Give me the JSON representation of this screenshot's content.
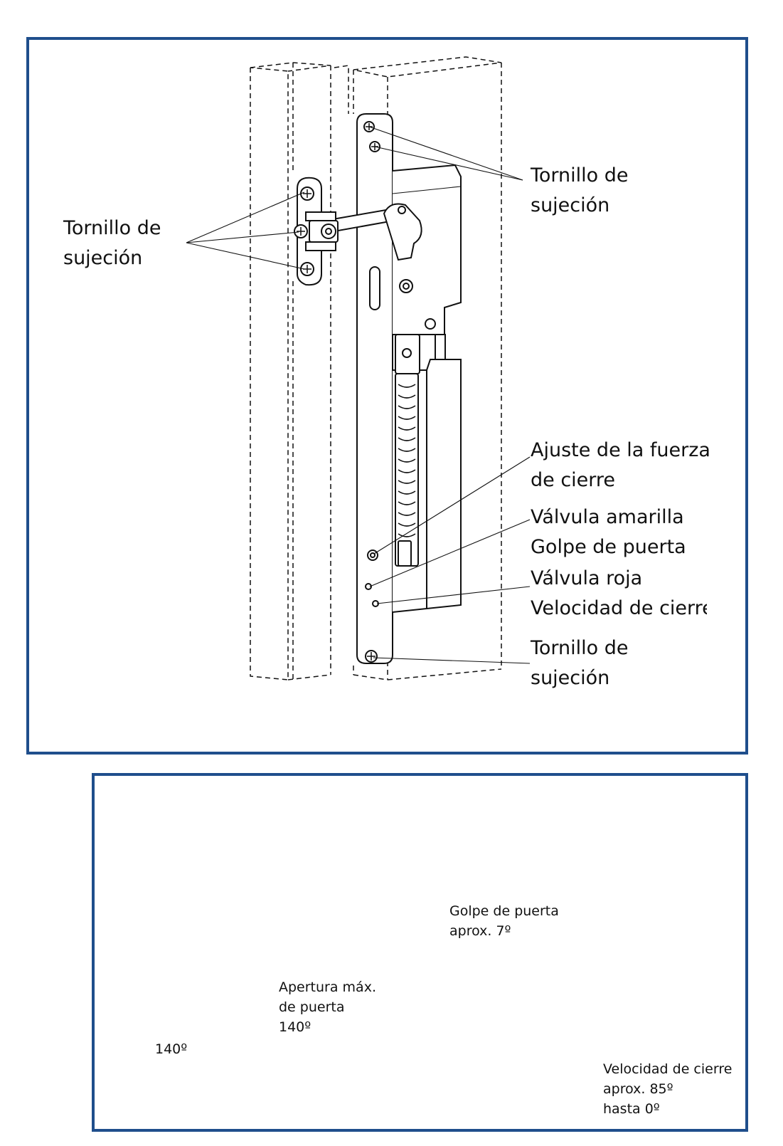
{
  "theme": {
    "frame_color": "#1f4e8c",
    "line_color": "#111111"
  },
  "top_diagram": {
    "label_left": {
      "line1": "Tornillo de",
      "line2": "sujeción"
    },
    "label_top_right": {
      "line1": "Tornillo de",
      "line2": "sujeción"
    },
    "label_force": {
      "line1": "Ajuste de la fuerza",
      "line2": "de cierre"
    },
    "label_yellow": {
      "line1": "Válvula amarilla",
      "line2": "Golpe de puerta"
    },
    "label_red": {
      "line1": "Válvula roja",
      "line2": "Velocidad de cierre"
    },
    "label_bottom_right": {
      "line1": "Tornillo de",
      "line2": "sujeción"
    }
  },
  "bottom_diagram": {
    "label_angle_140": "140º",
    "label_opening": {
      "line1": "Apertura máx.",
      "line2": "de puerta",
      "line3": "140º"
    },
    "label_slam": {
      "line1": "Golpe de puerta",
      "line2": "aprox. 7º"
    },
    "label_speed": {
      "line1": "Velocidad de cierre",
      "line2": "aprox. 85º",
      "line3": "hasta 0º"
    }
  }
}
